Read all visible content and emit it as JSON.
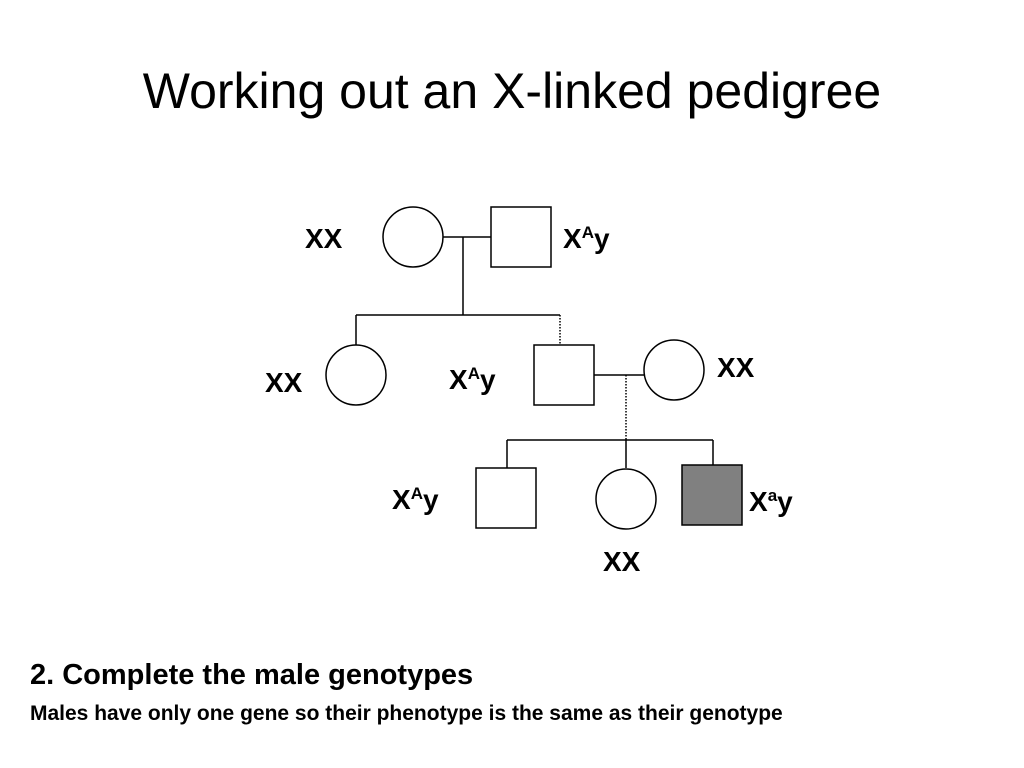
{
  "title": "Working out an X-linked pedigree",
  "pedigree": {
    "gen1_female_label": "XX",
    "gen1_male_label": {
      "base": "X",
      "sup": "A",
      "tail": "y"
    },
    "gen2_female_label": "XX",
    "gen2_male_label": {
      "base": "X",
      "sup": "A",
      "tail": "y"
    },
    "gen2_spouse_label": "XX",
    "gen3_son1_label": {
      "base": "X",
      "sup": "A",
      "tail": "y"
    },
    "gen3_daughter_label": "XX",
    "gen3_son2_label": {
      "base": "X",
      "sup": "a",
      "tail": "y"
    },
    "affected": {
      "gen3_son2": true
    },
    "colors": {
      "affected_fill": "#808080",
      "unaffected_fill": "#ffffff",
      "line": "#000000"
    }
  },
  "footer": {
    "heading": "2. Complete the male genotypes",
    "note": "Males have only one gene so their phenotype is the same as their genotype"
  }
}
